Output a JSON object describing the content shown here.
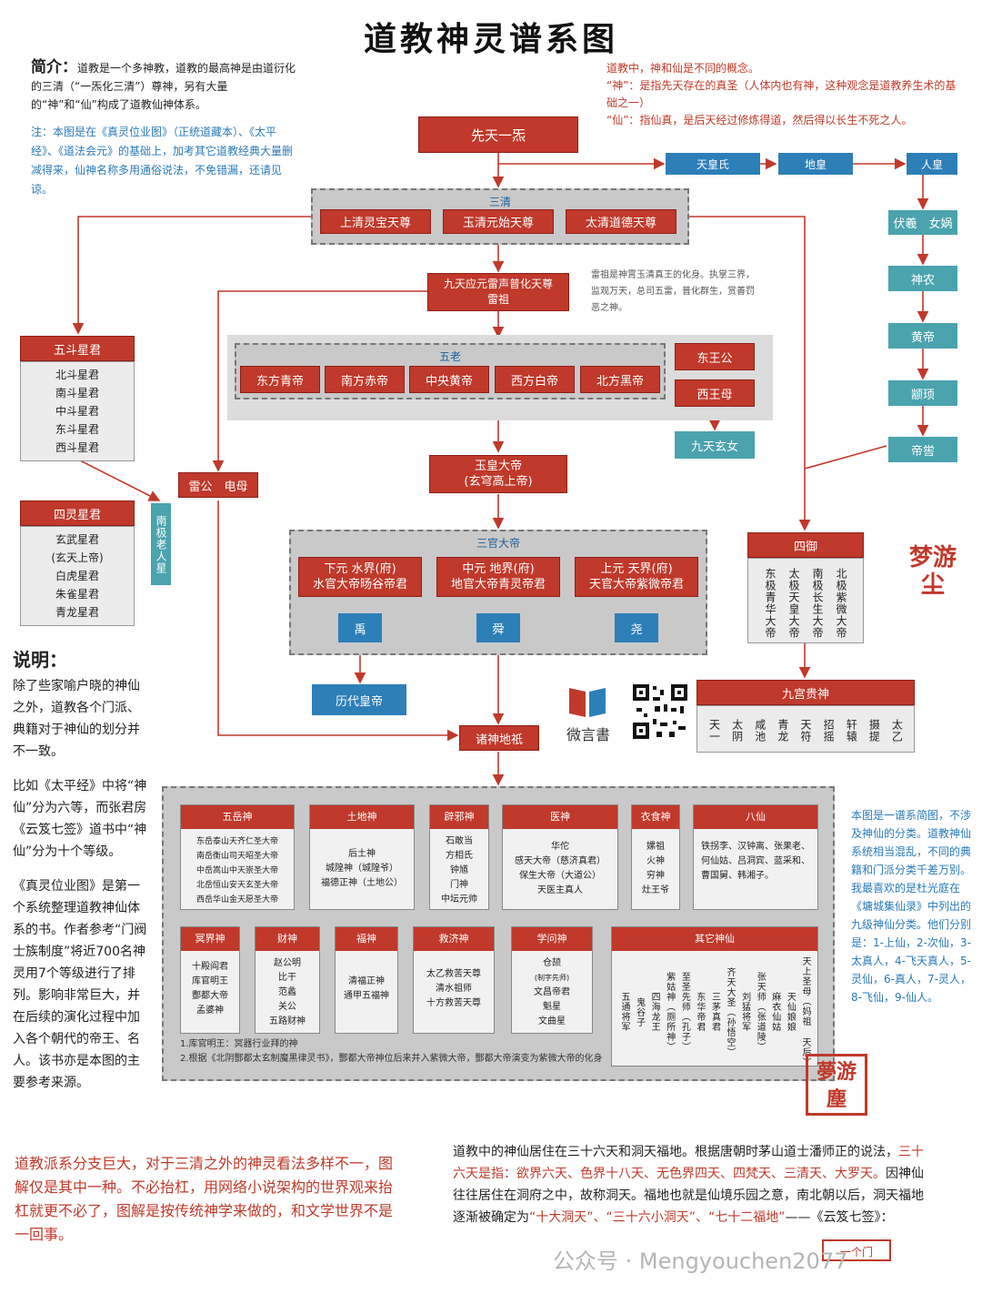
{
  "title": "道教神灵谱系图",
  "intro": {
    "heading": "简介：",
    "text": "道教是一个多神教，道教的最高神是由道衍化的三清（“一炁化三清”）尊神，另有大量的“神”和“仙”构成了道教仙神体系。",
    "note": "注：本图是在《真灵位业图》（正统道藏本）、《太平经》、《道法会元》的基础上，加考其它道教经典大量删减得来，仙神名称多用通俗说法，不免错漏，还请见谅。"
  },
  "concept": {
    "line1": "道教中，神和仙是不同的概念。",
    "line2": "“神”：是指先天存在的真圣（人体内也有神，这种观念是道教养生术的基础之一）",
    "line3": "“仙”：指仙真，是后天经过修炼得道，然后得以长生不死之人。"
  },
  "nodes": {
    "xiantian": "先天一炁",
    "tianhuang": "天皇氏",
    "dihuang": "地皇",
    "renhuang": "人皇",
    "fuxi": "伏羲　女娲",
    "shennong": "神农",
    "huangdi": "黄帝",
    "zhuanxu": "颛顼",
    "diku": "帝喾",
    "sanqing_label": "三清",
    "sanqing": [
      "上清灵宝天尊",
      "玉清元始天尊",
      "太清道德天尊"
    ],
    "leizu_1": "九天应元雷声普化天尊",
    "leizu_2": "雷祖",
    "leizu_note": "雷祖是神霄玉清真王的化身。执掌三界，监观万天，总司五雷，普化群生，赏善罚恶之神。",
    "wudou_title": "五斗星君",
    "wudou": [
      "北斗星君",
      "南斗星君",
      "中斗星君",
      "东斗星君",
      "西斗星君"
    ],
    "wulao_label": "五老",
    "wulao": [
      "东方青帝",
      "南方赤帝",
      "中央黄帝",
      "西方白帝",
      "北方黑帝"
    ],
    "dongwanggong": "东王公",
    "xiwangmu": "西王母",
    "jiutian": "九天玄女",
    "leigong": "雷公　电母",
    "yuhuang_1": "玉皇大帝",
    "yuhuang_2": "(玄穹高上帝)",
    "siling_title": "四灵星君",
    "siling": [
      "玄武星君",
      "(玄天上帝)",
      "白虎星君",
      "朱雀星君",
      "青龙星君"
    ],
    "nanji": "南极老人星",
    "sanguan_label": "三官大帝",
    "sanguan": [
      {
        "l1": "下元 水界(府)",
        "l2": "水官大帝旸谷帝君"
      },
      {
        "l1": "中元 地界(府)",
        "l2": "地官大帝青灵帝君"
      },
      {
        "l1": "上元 天界(府)",
        "l2": "天官大帝紫微帝君"
      }
    ],
    "yu": "禹",
    "shun": "舜",
    "yao": "尧",
    "lidai": "历代皇帝",
    "siyu_title": "四御",
    "siyu": [
      "东极青华大帝",
      "太极天皇大帝",
      "南极长生大帝",
      "北极紫微大帝"
    ],
    "jiugong_title": "九宫贵神",
    "jiugong": [
      "天一",
      "太阴",
      "咸池",
      "青龙",
      "天符",
      "招摇",
      "轩辕",
      "摄提",
      "太乙"
    ],
    "zhushen": "诸神地祇",
    "weiyanshu": "微言書"
  },
  "panels": {
    "wuyue": {
      "title": "五岳神",
      "items": [
        "东岳泰山天齐仁圣大帝",
        "南岳衡山司天昭圣大帝",
        "中岳嵩山中天崇圣大帝",
        "北岳恒山安天玄圣大帝",
        "西岳华山金天愿圣大帝"
      ]
    },
    "tudi": {
      "title": "土地神",
      "items": [
        "后土神",
        "城隍神（城隍爷）",
        "福德正神（土地公）"
      ]
    },
    "bixie": {
      "title": "辟邪神",
      "items": [
        "石敢当",
        "方相氏",
        "钟馗",
        "门神",
        "中坛元帅"
      ]
    },
    "yishen": {
      "title": "医神",
      "items": [
        "华佗",
        "感天大帝（慈济真君）",
        "保生大帝（大道公）",
        "天医主真人"
      ]
    },
    "yishi": {
      "title": "衣食神",
      "items": [
        "嫘祖",
        "火神",
        "穷神",
        "灶王爷"
      ]
    },
    "baxian": {
      "title": "八仙",
      "items": [
        "铁拐李、汉钟离、张果老、何仙姑、吕洞宾、蓝采和、曹国舅、韩湘子。"
      ]
    },
    "mingjie": {
      "title": "冥界神",
      "items": [
        "十殿阎君",
        "库官明王",
        "酆都大帝",
        "孟婆神"
      ]
    },
    "caishen": {
      "title": "财神",
      "items": [
        "赵公明",
        "比干",
        "范蠡",
        "关公",
        "五路财神"
      ]
    },
    "fushen": {
      "title": "福神",
      "items": [
        "清福正神",
        "通甲五福神"
      ]
    },
    "jiuji": {
      "title": "救济神",
      "items": [
        "太乙救苦天尊",
        "清水祖师",
        "十方救苦天尊"
      ]
    },
    "xuewen": {
      "title": "学问神",
      "items": [
        "仓颉",
        "(制字先师)",
        "文昌帝君",
        "魁星",
        "文曲星"
      ]
    },
    "qita": {
      "title": "其它神仙",
      "items": [
        "天上圣母（妈祖 天后）",
        "天仙娘娘",
        "麻衣仙姑",
        "张天师（张道陵）",
        "刘猛将军",
        "齐天大圣（孙悟空）",
        "三茅真君",
        "东华帝君",
        "至圣先师（孔子）",
        "紫姑神（厕所神）",
        "四海龙王",
        "鬼谷子",
        "五通将军"
      ]
    },
    "footnote1": "1.库官明王：冥器行业拜的神",
    "footnote2": "2.根据《北阴酆都太玄制魔黑律灵书》，酆都大帝神位后来并入紫微大帝，酆都大帝演变为紫微大帝的化身"
  },
  "explain": {
    "heading": "说明：",
    "p1": "除了些家喻户晓的神仙之外，道教各个门派、典籍对于神仙的划分并不一致。",
    "p2": "比如《太平经》中将“神仙”分为六等，而张君房《云笈七签》道书中“神仙”分为十个等级。",
    "p3": "《真灵位业图》是第一个系统整理道教神仙体系的书。作者参考“门阀士族制度”将近700名神灵用7个等级进行了排列。影响非常巨大，并在后续的演化过程中加入各个朝代的帝王、名人。该书亦是本图的主要参考来源。"
  },
  "right_note": "本图是一谱系简图，不涉及神仙的分类。道教神仙系统相当混乱，不同的典籍和门派分类千差万别。我最喜欢的是杜光庭在《墉城集仙录》中列出的九级神仙分类。他们分别是：1-上仙，2-次仙，3-太真人，4-飞天真人，5-灵仙，6-真人，7-灵人，8-飞仙，9-仙人。",
  "bottom_left": "道教派系分支巨大，对于三清之外的神灵看法多样不一，图解仅是其中一种。不必抬杠，用网络小说架构的世界观来抬杠就更不必了，图解是按传统神学来做的，和文学世界不是一回事。",
  "bottom_right": {
    "t1": "道教中的神仙居住在三十六天和洞天福地。根据唐朝时茅山道士潘师正的说法，",
    "t2": "三十六天是指：欲界六天、色界十八天、无色界四天、四梵天、三清天、大罗天。",
    "t3": "因神仙往往居住在洞府之中，故称洞天。福地也就是仙境乐园之意，南北朝以后，洞天福地逐渐被确定为",
    "t4": "“十大洞天”、“三十六小洞天”、“七十二福地”",
    "t5": "——《云笈七签》：",
    "page": "一个门"
  },
  "watermark": "公众号 · Mengyouchen2077",
  "seal1": "梦游尘",
  "seal2": "夢游塵",
  "colors": {
    "red": "#c0392b",
    "blue": "#2d7fb8",
    "teal": "#4aa3ad",
    "gray": "#c9c9c9"
  }
}
